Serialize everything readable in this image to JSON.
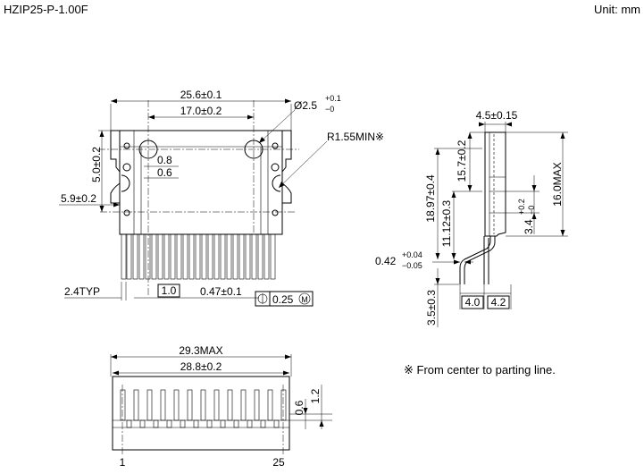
{
  "header": {
    "package_name": "HZIP25-P-1.00F",
    "unit_label": "Unit: mm"
  },
  "top_view": {
    "overall_width": "25.6±0.1",
    "hole_pitch": "17.0±0.2",
    "hole_dia_value": "Ø2.5",
    "hole_dia_tol_upper": "+0.1",
    "hole_dia_tol_lower": "−0",
    "radius_note": "R1.55MIN※",
    "height_label": "5.0±0.2",
    "slot_width_a": "0.8",
    "slot_width_b": "0.6",
    "side_offset": "5.9±0.2",
    "pin_end_typ": "2.4TYP",
    "pin_pitch_box": "1.0",
    "pin_width": "0.47±0.1",
    "position_tol": "0.25"
  },
  "side_view": {
    "thickness": "4.5±0.15",
    "height_a": "15.7±0.2",
    "height_total_max": "16.0MAX",
    "height_b": "18.97±0.4",
    "height_c": "11.12±0.3",
    "small_offset_value": "3.4",
    "small_offset_upper": "+0.2",
    "small_offset_lower": "−0",
    "lead_thickness_value": "0.42",
    "lead_thickness_upper": "+0.04",
    "lead_thickness_lower": "−0.05",
    "lead_length": "3.5±0.3",
    "pitch_box_a": "4.0",
    "pitch_box_b": "4.2"
  },
  "bottom_view": {
    "overall_max": "29.3MAX",
    "row_width": "28.8±0.2",
    "dim_small_a": "0.6",
    "dim_small_b": "1.2",
    "pin_first": "1",
    "pin_last": "25"
  },
  "note": "※ From center to parting line."
}
